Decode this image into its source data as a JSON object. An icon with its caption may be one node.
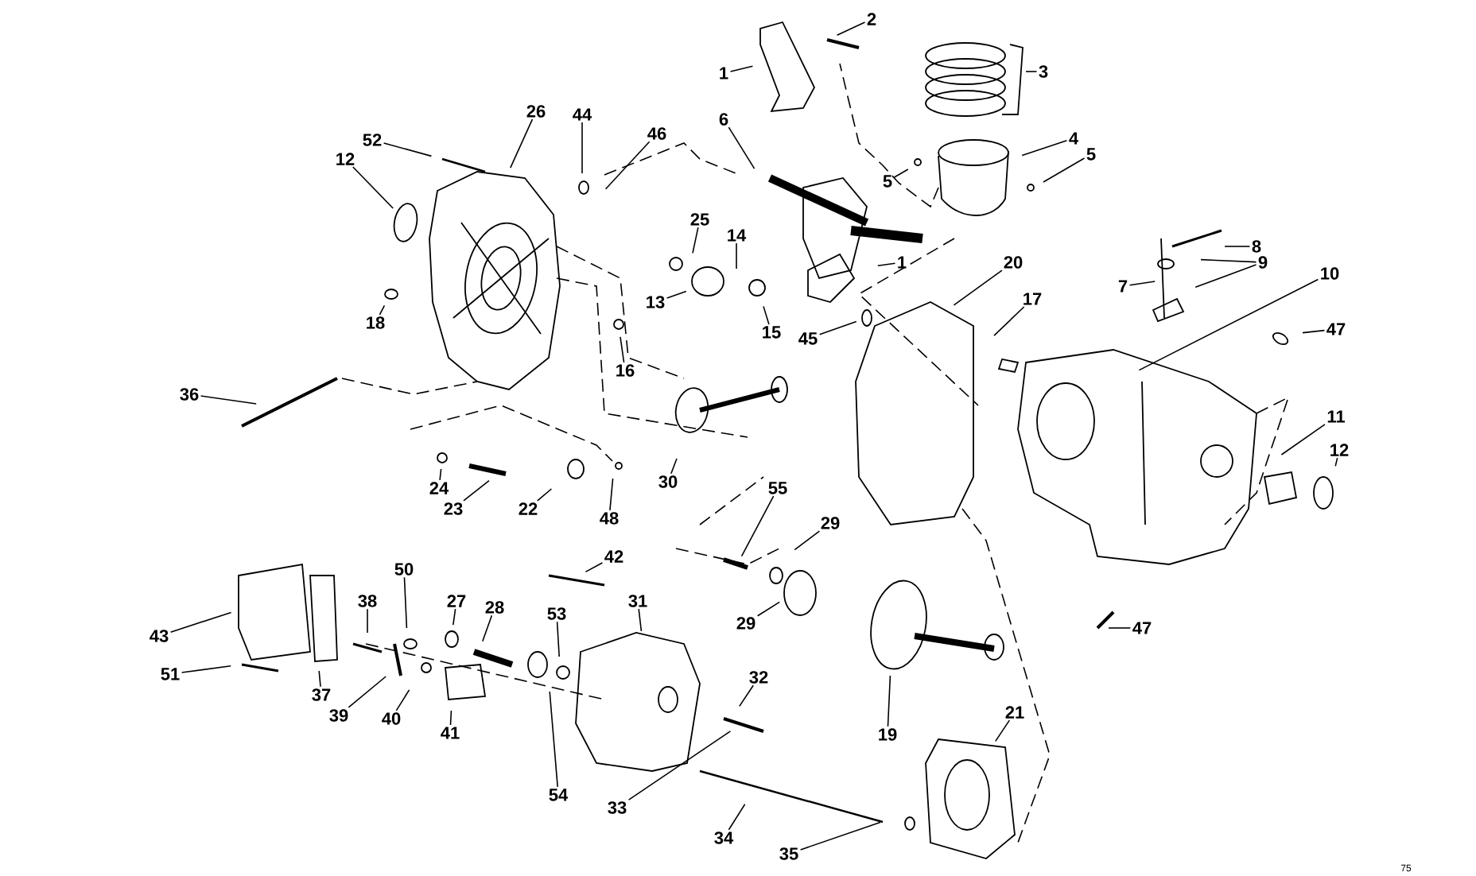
{
  "diagram": {
    "nodes": [
      {
        "text": [
          "2"
        ]
      },
      {
        "text": [
          "1"
        ]
      },
      {
        "text": [
          "3"
        ]
      },
      {
        "text": [
          "52"
        ]
      },
      {
        "text": [
          "26"
        ]
      },
      {
        "text": [
          "44"
        ]
      },
      {
        "text": [
          "46"
        ]
      },
      {
        "text": [
          "6"
        ]
      },
      {
        "text": [
          "12"
        ]
      },
      {
        "text": [
          "4"
        ]
      },
      {
        "text": [
          "5"
        ]
      },
      {
        "text": [
          "5"
        ]
      },
      {
        "text": [
          "25"
        ]
      },
      {
        "text": [
          "14"
        ]
      },
      {
        "text": [
          "8"
        ]
      },
      {
        "text": [
          "1"
        ]
      },
      {
        "text": [
          "20"
        ]
      },
      {
        "text": [
          "13"
        ]
      },
      {
        "text": [
          "7"
        ]
      },
      {
        "text": [
          "9"
        ]
      },
      {
        "text": [
          "10"
        ]
      },
      {
        "text": [
          "17"
        ]
      },
      {
        "text": [
          "18"
        ]
      },
      {
        "text": [
          "15"
        ]
      },
      {
        "text": [
          "45"
        ]
      },
      {
        "text": [
          "47"
        ]
      },
      {
        "text": [
          "16"
        ]
      },
      {
        "text": [
          "36"
        ]
      },
      {
        "text": [
          "11"
        ]
      },
      {
        "text": [
          "12"
        ]
      },
      {
        "text": [
          "30"
        ]
      },
      {
        "text": [
          "24"
        ]
      },
      {
        "text": [
          "23"
        ]
      },
      {
        "text": [
          "22"
        ]
      },
      {
        "text": [
          "48"
        ]
      },
      {
        "text": [
          "55"
        ]
      },
      {
        "text": [
          "29"
        ]
      },
      {
        "text": [
          "42"
        ]
      },
      {
        "text": [
          "50"
        ]
      },
      {
        "text": [
          "31"
        ]
      },
      {
        "text": [
          "29"
        ]
      },
      {
        "text": [
          "27"
        ]
      },
      {
        "text": [
          "28"
        ]
      },
      {
        "text": [
          "38"
        ]
      },
      {
        "text": [
          "53"
        ]
      },
      {
        "text": [
          "47"
        ]
      },
      {
        "text": [
          "43"
        ]
      },
      {
        "text": [
          "51"
        ]
      },
      {
        "text": [
          "37"
        ]
      },
      {
        "text": [
          "32"
        ]
      },
      {
        "text": [
          "39"
        ]
      },
      {
        "text": [
          "40"
        ]
      },
      {
        "text": [
          "41"
        ]
      },
      {
        "text": [
          "21"
        ]
      },
      {
        "text": [
          "19"
        ]
      },
      {
        "text": [
          "54"
        ]
      },
      {
        "text": [
          "33"
        ]
      },
      {
        "text": [
          "34"
        ]
      },
      {
        "text": [
          "35"
        ]
      }
    ],
    "edges": [
      {
        "from": 0,
        "to": null,
        "arrow": "none"
      },
      {
        "from": 1,
        "to": null,
        "arrow": "none"
      },
      {
        "from": 2,
        "to": null,
        "arrow": "none"
      },
      {
        "from": 3,
        "to": null,
        "arrow": "none"
      },
      {
        "from": 4,
        "to": null,
        "arrow": "none"
      },
      {
        "from": 5,
        "to": null,
        "arrow": "none"
      },
      {
        "from": 6,
        "to": null,
        "arrow": "none"
      },
      {
        "from": 7,
        "to": null,
        "arrow": "none"
      },
      {
        "from": 8,
        "to": null,
        "arrow": "none"
      },
      {
        "from": 9,
        "to": null,
        "arrow": "none"
      },
      {
        "from": 10,
        "to": null,
        "arrow": "none"
      },
      {
        "from": 11,
        "to": null,
        "arrow": "none"
      },
      {
        "from": 12,
        "to": null,
        "arrow": "none"
      },
      {
        "from": 13,
        "to": null,
        "arrow": "none"
      },
      {
        "from": 14,
        "to": null,
        "arrow": "none"
      },
      {
        "from": 15,
        "to": null,
        "arrow": "none"
      },
      {
        "from": 16,
        "to": null,
        "arrow": "none"
      },
      {
        "from": 17,
        "to": null,
        "arrow": "none"
      },
      {
        "from": 18,
        "to": null,
        "arrow": "none"
      },
      {
        "from": 19,
        "to": null,
        "arrow": "none"
      },
      {
        "from": 19,
        "to": null,
        "arrow": "none"
      },
      {
        "from": 20,
        "to": null,
        "arrow": "none"
      },
      {
        "from": 21,
        "to": null,
        "arrow": "none"
      },
      {
        "from": 22,
        "to": null,
        "arrow": "none"
      },
      {
        "from": 23,
        "to": null,
        "arrow": "none"
      },
      {
        "from": 24,
        "to": null,
        "arrow": "none"
      },
      {
        "from": 25,
        "to": null,
        "arrow": "none"
      },
      {
        "from": 26,
        "to": null,
        "arrow": "none"
      },
      {
        "from": 27,
        "to": null,
        "arrow": "none"
      },
      {
        "from": 28,
        "to": null,
        "arrow": "none"
      },
      {
        "from": 29,
        "to": null,
        "arrow": "none"
      },
      {
        "from": 30,
        "to": null,
        "arrow": "none"
      },
      {
        "from": 31,
        "to": null,
        "arrow": "none"
      },
      {
        "from": 32,
        "to": null,
        "arrow": "none"
      },
      {
        "from": 33,
        "to": null,
        "arrow": "none"
      },
      {
        "from": 34,
        "to": null,
        "arrow": "none"
      },
      {
        "from": 35,
        "to": null,
        "arrow": "none"
      },
      {
        "from": 36,
        "to": null,
        "arrow": "none"
      },
      {
        "from": 37,
        "to": null,
        "arrow": "none"
      },
      {
        "from": 38,
        "to": null,
        "arrow": "none"
      },
      {
        "from": 39,
        "to": null,
        "arrow": "none"
      },
      {
        "from": 40,
        "to": null,
        "arrow": "none"
      },
      {
        "from": 41,
        "to": null,
        "arrow": "none"
      },
      {
        "from": 42,
        "to": null,
        "arrow": "none"
      },
      {
        "from": 43,
        "to": null,
        "arrow": "none"
      },
      {
        "from": 44,
        "to": null,
        "arrow": "none"
      },
      {
        "from": 45,
        "to": null,
        "arrow": "none"
      },
      {
        "from": 46,
        "to": null,
        "arrow": "none"
      },
      {
        "from": 47,
        "to": null,
        "arrow": "none"
      },
      {
        "from": 48,
        "to": null,
        "arrow": "none"
      },
      {
        "from": 49,
        "to": null,
        "arrow": "none"
      },
      {
        "from": 50,
        "to": null,
        "arrow": "none"
      },
      {
        "from": 51,
        "to": null,
        "arrow": "none"
      },
      {
        "from": 52,
        "to": null,
        "arrow": "none"
      },
      {
        "from": 53,
        "to": null,
        "arrow": "none"
      },
      {
        "from": 54,
        "to": null,
        "arrow": "none"
      },
      {
        "from": 55,
        "to": null,
        "arrow": "none"
      },
      {
        "from": 56,
        "to": null,
        "arrow": "none"
      },
      {
        "from": 57,
        "to": null,
        "arrow": "none"
      },
      {
        "from": 58,
        "to": null,
        "arrow": "none"
      }
    ],
    "labels": [
      "75"
    ]
  }
}
